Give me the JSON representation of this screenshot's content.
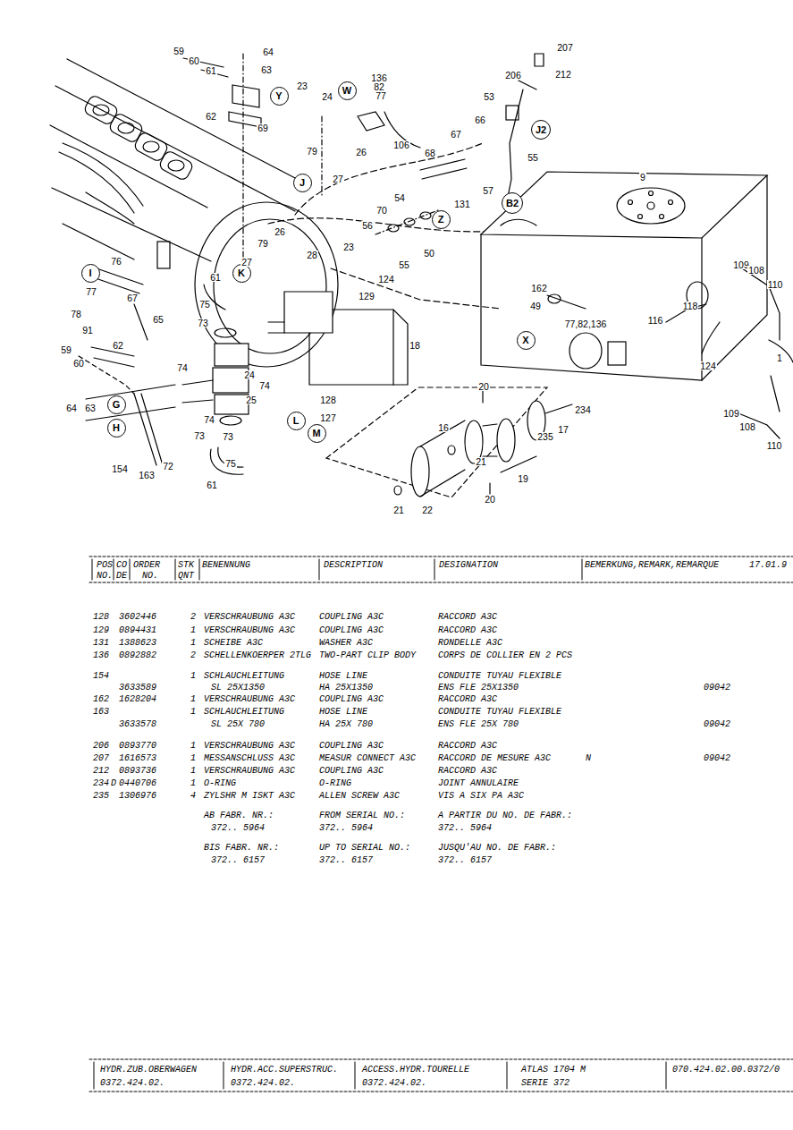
{
  "diagram": {
    "nodes": [
      {
        "text": [
          "Y"
        ]
      },
      {
        "text": [
          "W"
        ]
      },
      {
        "text": [
          "J2"
        ]
      },
      {
        "text": [
          "J"
        ]
      },
      {
        "text": [
          "B2"
        ]
      },
      {
        "text": [
          "Z"
        ]
      },
      {
        "text": [
          "I"
        ]
      },
      {
        "text": [
          "K"
        ]
      },
      {
        "text": [
          "X"
        ]
      },
      {
        "text": [
          "G"
        ]
      },
      {
        "text": [
          "H"
        ]
      },
      {
        "text": [
          "L"
        ]
      },
      {
        "text": [
          "M"
        ]
      }
    ],
    "labels": [
      "59",
      "60",
      "64",
      "63",
      "61",
      "62",
      "69",
      "23",
      "24",
      "136",
      "82",
      "77",
      "207",
      "206",
      "212",
      "53",
      "66",
      "67",
      "106",
      "68",
      "55",
      "57",
      "79",
      "26",
      "27",
      "9",
      "54",
      "70",
      "56",
      "131",
      "23",
      "55",
      "50",
      "27",
      "79",
      "26",
      "28",
      "124",
      "129",
      "76",
      "77",
      "67",
      "78",
      "65",
      "91",
      "61",
      "75",
      "73",
      "18",
      "162",
      "49",
      "77,82,136",
      "116",
      "118",
      "109",
      "108",
      "110",
      "124",
      "1",
      "109",
      "108",
      "110",
      "59",
      "62",
      "60",
      "74",
      "24",
      "74",
      "25",
      "128",
      "127",
      "20",
      "234",
      "235",
      "17",
      "16",
      "21",
      "19",
      "64",
      "63",
      "73",
      "74",
      "73",
      "75",
      "61",
      "154",
      "163",
      "72",
      "20",
      "21",
      "22",
      "POS",
      "CO",
      "ORDER",
      "STK",
      "BENENNUNG",
      "DESCRIPTION",
      "DESIGNATION",
      "BEMERKUNG,REMARK,REMARQUE",
      "17.01.9",
      "NO.",
      "DE",
      "NO.",
      "QNT",
      "128",
      "3602446",
      "2",
      "VERSCHRAUBUNG A3C",
      "COUPLING A3C",
      "RACCORD A3C",
      "129",
      "0894431",
      "1",
      "VERSCHRAUBUNG A3C",
      "COUPLING A3C",
      "RACCORD A3C",
      "131",
      "1388623",
      "1",
      "SCHEIBE A3C",
      "WASHER A3C",
      "RONDELLE A3C",
      "136",
      "0892882",
      "2",
      "SCHELLENKOERPER 2TLG",
      "TWO-PART CLIP BODY",
      "CORPS DE COLLIER EN 2 PCS",
      "154",
      "1",
      "SCHLAUCHLEITUNG",
      "HOSE LINE",
      "CONDUITE TUYAU FLEXIBLE",
      "3633589",
      "SL 25X1350",
      "HA 25X1350",
      "ENS FLE 25X1350",
      "09042",
      "162",
      "1628204",
      "1",
      "VERSCHRAUBUNG A3C",
      "COUPLING A3C",
      "RACCORD A3C",
      "163",
      "1",
      "SCHLAUCHLEITUNG",
      "HOSE LINE",
      "CONDUITE TUYAU FLEXIBLE",
      "3633578",
      "SL 25X 780",
      "HA 25X 780",
      "ENS FLE 25X 780",
      "09042",
      "206",
      "0893770",
      "1",
      "VERSCHRAUBUNG A3C",
      "COUPLING A3C",
      "RACCORD A3C",
      "207",
      "1616573",
      "1",
      "MESSANSCHLUSS A3C",
      "MEASUR CONNECT A3C",
      "RACCORD DE MESURE A3C",
      "N",
      "09042",
      "212",
      "0893736",
      "1",
      "VERSCHRAUBUNG A3C",
      "COUPLING A3C",
      "RACCORD A3C",
      "234",
      "D",
      "0440706",
      "1",
      "O-RING",
      "O-RING",
      "JOINT ANNULAIRE",
      "235",
      "1306976",
      "4",
      "ZYLSHR M ISKT A3C",
      "ALLEN SCREW A3C",
      "VIS A SIX PA A3C",
      "AB FABR. NR.:",
      "FROM SERIAL NO.:",
      "A PARTIR DU NO. DE FABR.:",
      "372.. 5964",
      "372.. 5964",
      "372.. 5964",
      "BIS FABR. NR.:",
      "UP TO SERIAL NO.:",
      "JUSQU'AU NO. DE FABR.:",
      "372.. 6157",
      "372.. 6157",
      "372.. 6157",
      "HYDR.ZUB.OBERWAGEN",
      "HYDR.ACC.SUPERSTRUC.",
      "ACCESS.HYDR.TOURELLE",
      "ATLAS 1704 M",
      "070.424.02.00.0372/0",
      "0372.424.02.",
      "0372.424.02.",
      "0372.424.02.",
      "SERIE 372"
    ]
  }
}
